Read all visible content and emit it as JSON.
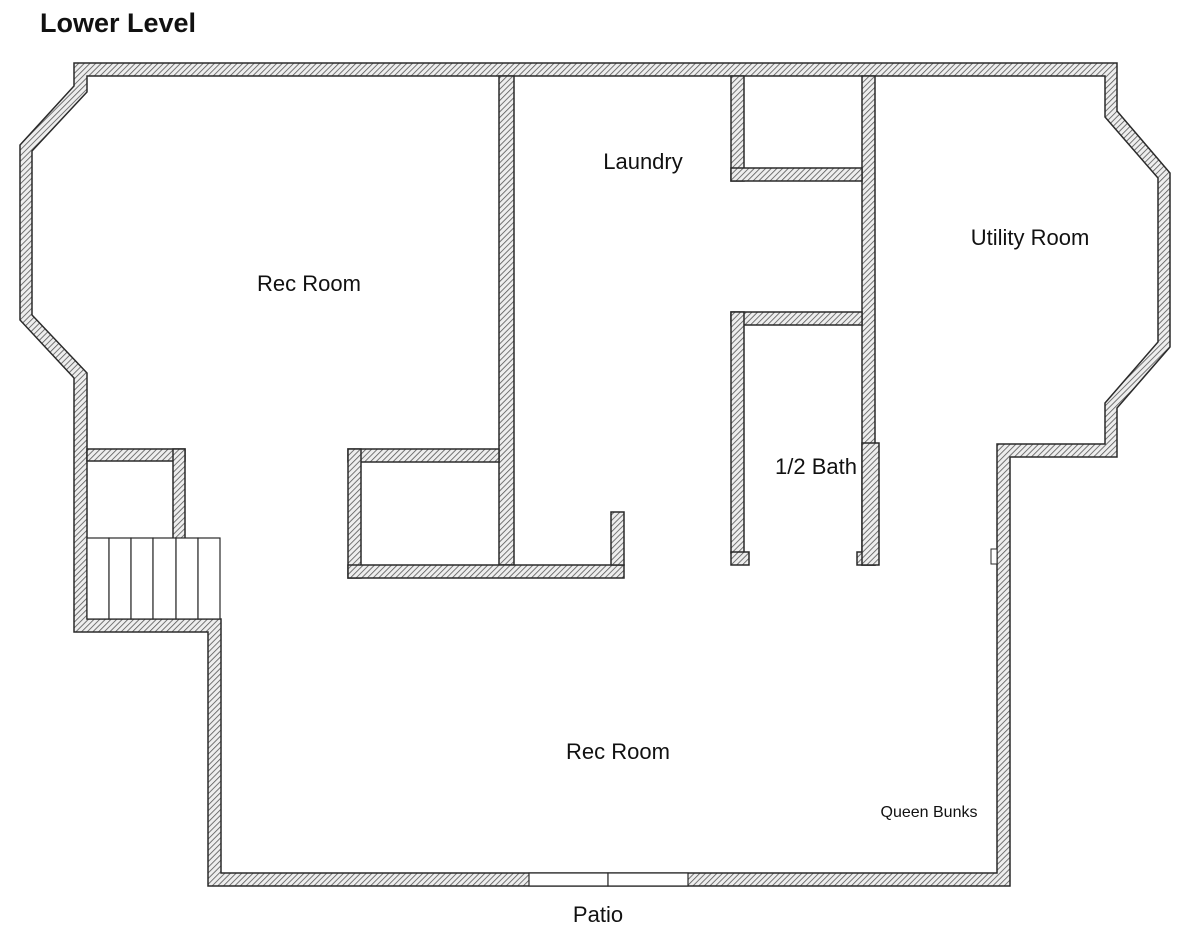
{
  "title": "Lower Level",
  "rooms": {
    "rec_room_upper": "Rec Room",
    "laundry": "Laundry",
    "utility_room": "Utility Room",
    "half_bath": "1/2 Bath",
    "rec_room_lower": "Rec Room",
    "queen_bunks": "Queen Bunks"
  },
  "exterior": {
    "patio": "Patio"
  },
  "colors": {
    "wall_fill": "#e8e8e8",
    "wall_stroke": "#2a2a2a",
    "hatch": "#555555",
    "background": "#ffffff"
  }
}
